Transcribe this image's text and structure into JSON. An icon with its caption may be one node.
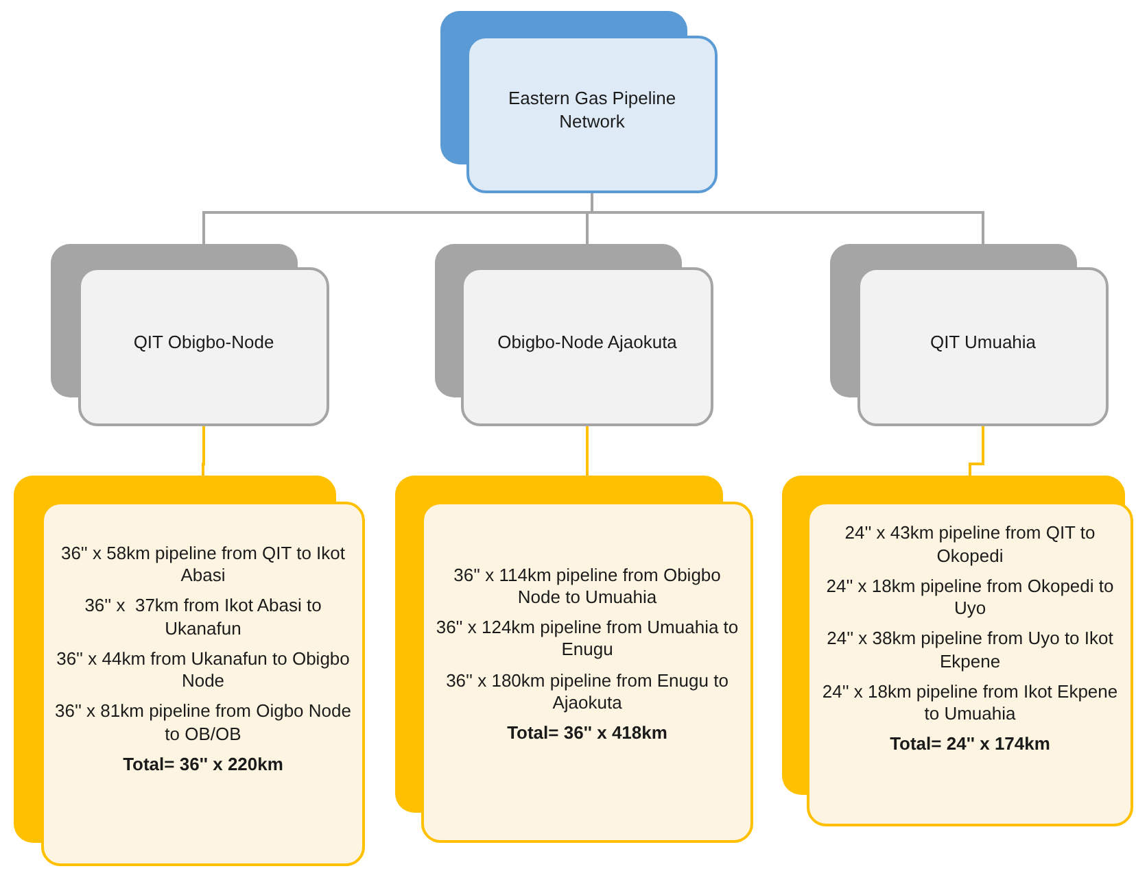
{
  "diagram": {
    "nodes": [
      {
        "text": [
          "Eastern Gas Pipeline Network"
        ]
      },
      {
        "text": [
          "QIT Obigbo-Node"
        ]
      },
      {
        "text": [
          "Obigbo-Node Ajaokuta"
        ]
      },
      {
        "text": [
          "QIT Umuahia"
        ]
      },
      {
        "text": [
          "36'' x 58km pipeline from QIT to Ikot Abasi",
          "36'' x  37km from Ikot Abasi to Ukanafun",
          "36'' x 44km from Ukanafun to Obigbo  Node",
          "36'' x 81km pipeline from Oigbo Node to OB/OB",
          "Total= 36'' x 220km"
        ]
      },
      {
        "text": [
          "36'' x 114km pipeline from Obigbo Node to Umuahia",
          "36'' x 124km pipeline from Umuahia to Enugu",
          "36'' x 180km pipeline from Enugu to Ajaokuta",
          "Total= 36'' x 418km"
        ]
      },
      {
        "text": [
          "24'' x 43km pipeline from QIT to Okopedi",
          "24'' x 18km pipeline from Okopedi to Uyo",
          "24'' x 38km pipeline from Uyo to Ikot Ekpene",
          "24'' x 18km pipeline from Ikot Ekpene to Umuahia",
          "Total= 24'' x 174km"
        ]
      }
    ],
    "edges": [
      {
        "from": 0,
        "to": 1,
        "arrow": "none"
      },
      {
        "from": 0,
        "to": 2,
        "arrow": "none"
      },
      {
        "from": 0,
        "to": 3,
        "arrow": "none"
      },
      {
        "from": 1,
        "to": 4,
        "arrow": "none",
        "color": "#ffc000"
      },
      {
        "from": 2,
        "to": 5,
        "arrow": "none",
        "color": "#ffc000"
      },
      {
        "from": 3,
        "to": 6,
        "arrow": "none",
        "color": "#ffc000"
      }
    ]
  }
}
